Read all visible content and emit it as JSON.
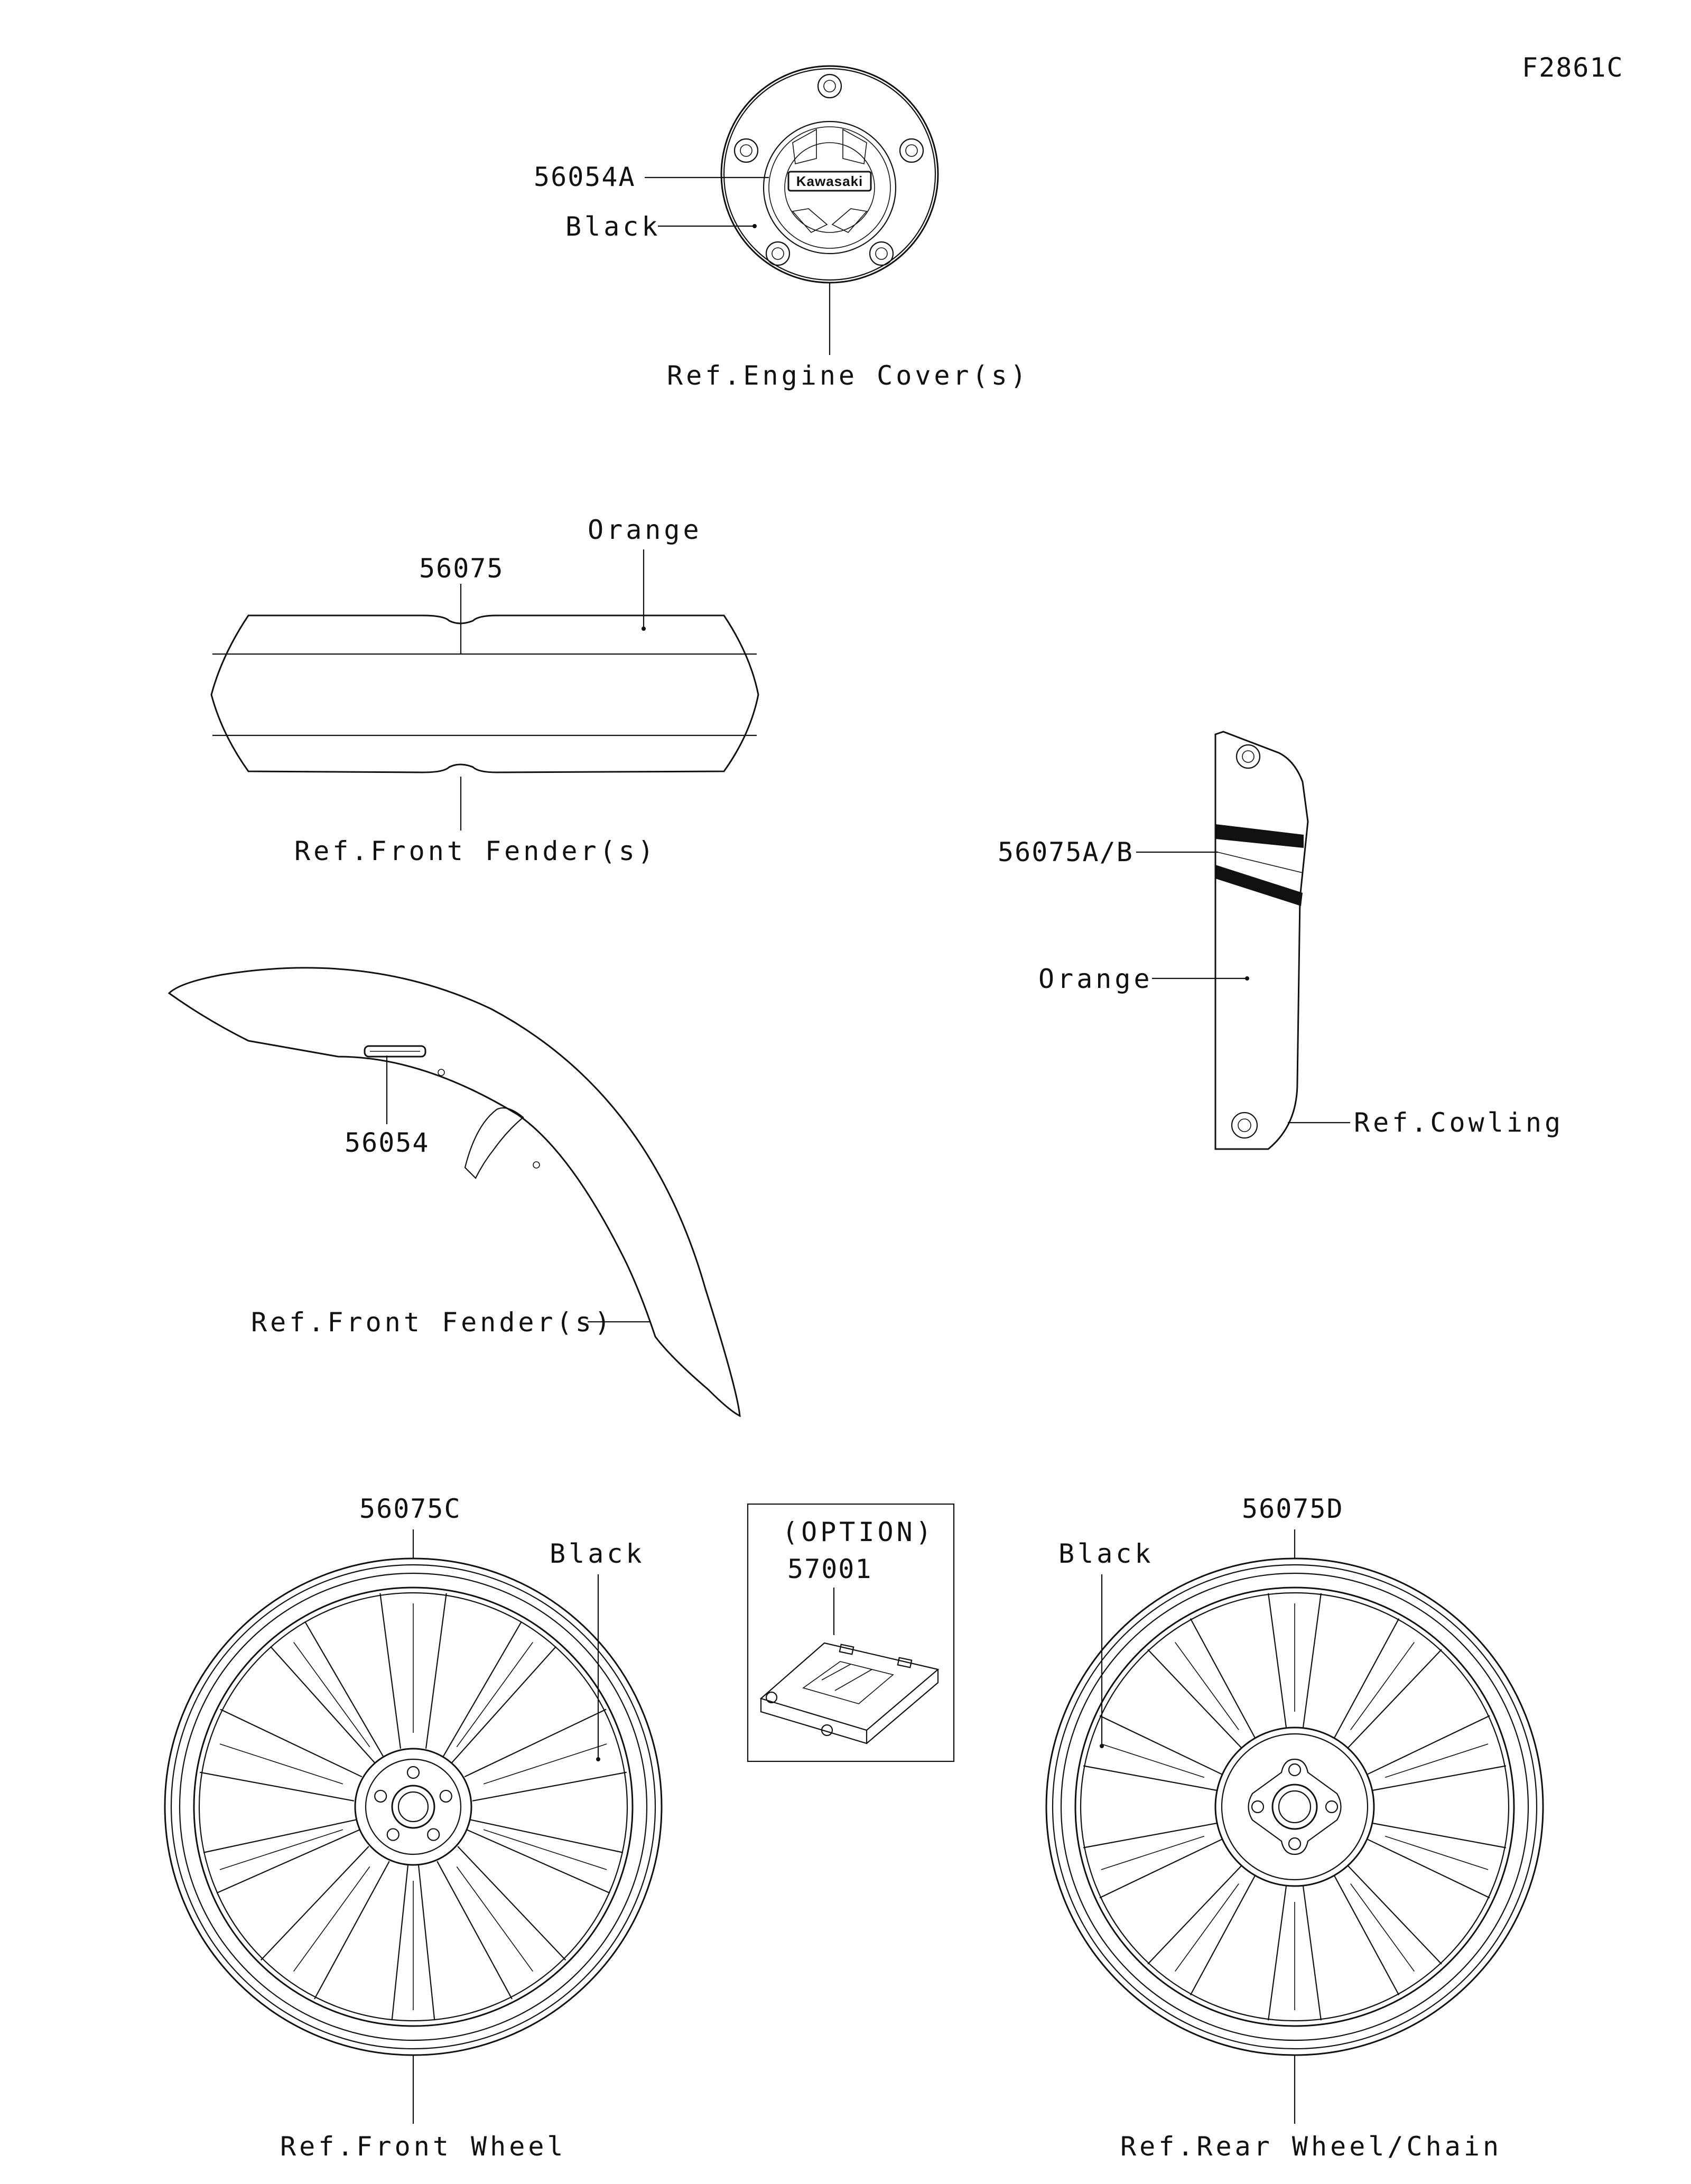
{
  "figure_id": "F2861C",
  "engine_cover": {
    "part": "56054A",
    "color": "Black",
    "ref": "Ref.Engine Cover(s)",
    "logo_text": "Kawasaki"
  },
  "front_fender_top": {
    "part": "56075",
    "color": "Orange",
    "ref": "Ref.Front Fender(s)"
  },
  "front_fender_side": {
    "part": "56054",
    "ref": "Ref.Front Fender(s)"
  },
  "cowling": {
    "part": "56075A/B",
    "color": "Orange",
    "ref": "Ref.Cowling"
  },
  "front_wheel": {
    "part": "56075C",
    "color": "Black",
    "ref": "Ref.Front Wheel"
  },
  "option_box": {
    "heading": "(OPTION)",
    "part": "57001"
  },
  "rear_wheel": {
    "part": "56075D",
    "color": "Black",
    "ref": "Ref.Rear Wheel/Chain"
  }
}
